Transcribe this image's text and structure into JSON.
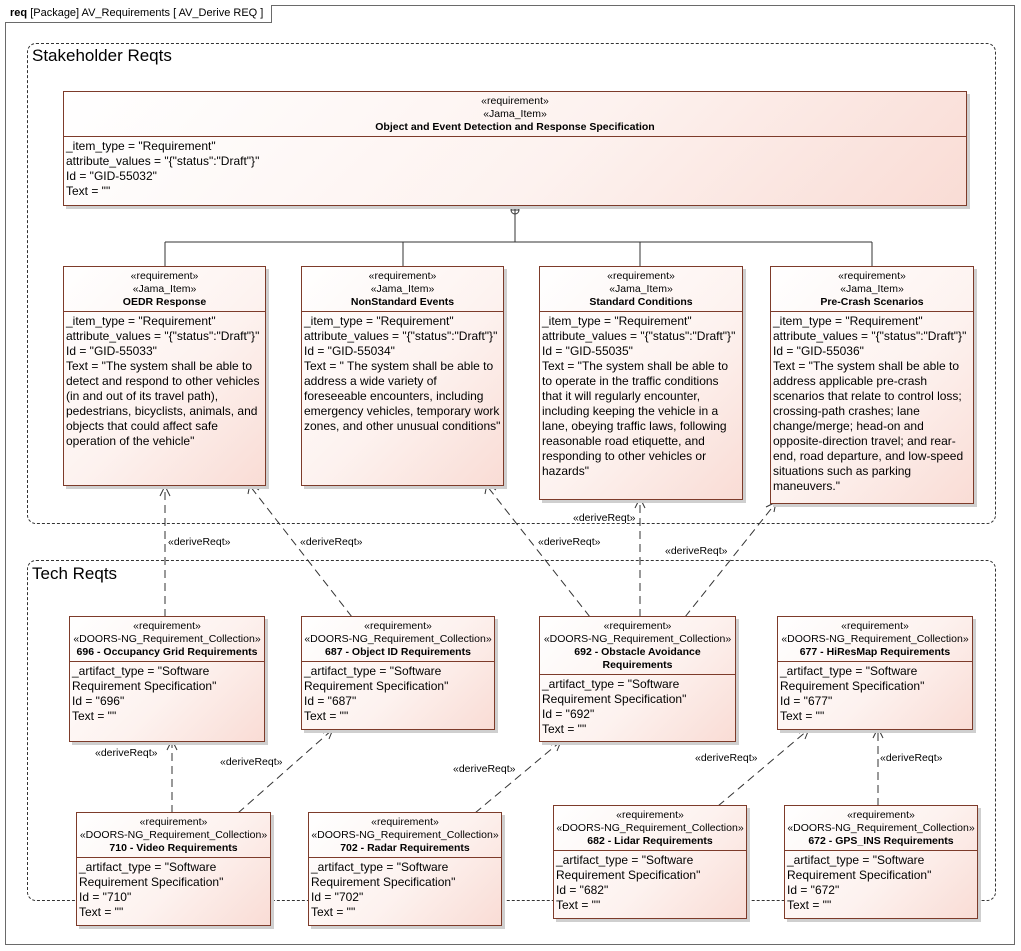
{
  "frame": {
    "kind": "req",
    "title": "[Package] AV_Requirements [ AV_Derive REQ ]"
  },
  "packages": {
    "stakeholder": "Stakeholder Reqts",
    "tech": "Tech Reqts"
  },
  "stereotypes": {
    "requirement": "«requirement»",
    "jama": "«Jama_Item»",
    "doors": "«DOORS-NG_Requirement_Collection»"
  },
  "relation_label": "«deriveReqt»",
  "top": {
    "name": "Object and Event Detection and Response Specification",
    "item_type": "_item_type = \"Requirement\"",
    "attribute_values": "attribute_values = \"{\"status\":\"Draft\"}\"",
    "id": "Id = \"GID-55032\"",
    "text": "Text = \"\""
  },
  "stakeholder_reqs": [
    {
      "name": "OEDR Response",
      "item_type": "_item_type = \"Requirement\"",
      "attribute_values": "attribute_values = \"{\"status\":\"Draft\"}\"",
      "id": "Id = \"GID-55033\"",
      "text": "Text = \"The system shall be able to detect and respond to other vehicles (in and out of its travel path), pedestrians, bicyclists, animals, and objects that could affect safe operation of the vehicle\""
    },
    {
      "name": "NonStandard Events",
      "item_type": "_item_type = \"Requirement\"",
      "attribute_values": "attribute_values = \"{\"status\":\"Draft\"}\"",
      "id": "Id = \"GID-55034\"",
      "text": "Text = \" The system shall be able to address a wide variety of foreseeable encounters, including emergency vehicles, temporary work zones, and other unusual conditions\""
    },
    {
      "name": "Standard Conditions",
      "item_type": "_item_type = \"Requirement\"",
      "attribute_values": "attribute_values = \"{\"status\":\"Draft\"}\"",
      "id": "Id = \"GID-55035\"",
      "text": "Text = \"The system shall be able to to operate in the traffic conditions that it will regularly encounter, including keeping the vehicle in a lane, obeying traffic laws, following reasonable road etiquette, and responding to other vehicles or hazards\""
    },
    {
      "name": "Pre-Crash Scenarios",
      "item_type": "_item_type = \"Requirement\"",
      "attribute_values": "attribute_values = \"{\"status\":\"Draft\"}\"",
      "id": "Id = \"GID-55036\"",
      "text": "Text = \"The system shall be able to address applicable pre-crash scenarios that relate to control loss; crossing-path crashes; lane change/merge; head-on and opposite-direction travel; and rear-end, road departure, and low-speed situations such as parking maneuvers.\""
    }
  ],
  "tech_reqs": [
    {
      "name": "696 - Occupancy Grid Requirements",
      "artifact_type": "_artifact_type = \"Software Requirement Specification\"",
      "id": "Id = \"696\"",
      "text": "Text = \"\""
    },
    {
      "name": "687 - Object ID Requirements",
      "artifact_type": "_artifact_type = \"Software Requirement Specification\"",
      "id": "Id = \"687\"",
      "text": "Text = \"\""
    },
    {
      "name": "692 - Obstacle Avoidance Requirements",
      "artifact_type": "_artifact_type = \"Software Requirement Specification\"",
      "id": "Id = \"692\"",
      "text": "Text = \"\""
    },
    {
      "name": "677 - HiResMap Requirements",
      "artifact_type": "_artifact_type = \"Software Requirement Specification\"",
      "id": "Id = \"677\"",
      "text": "Text = \"\""
    },
    {
      "name": "710 - Video Requirements",
      "artifact_type": "_artifact_type = \"Software Requirement Specification\"",
      "id": "Id = \"710\"",
      "text": "Text = \"\""
    },
    {
      "name": "702 - Radar Requirements",
      "artifact_type": "_artifact_type = \"Software Requirement Specification\"",
      "id": "Id = \"702\"",
      "text": "Text = \"\""
    },
    {
      "name": "682 - Lidar Requirements",
      "artifact_type": "_artifact_type = \"Software Requirement Specification\"",
      "id": "Id = \"682\"",
      "text": "Text = \"\""
    },
    {
      "name": "672 - GPS_INS Requirements",
      "artifact_type": "_artifact_type = \"Software Requirement Specification\"",
      "id": "Id = \"672\"",
      "text": "Text = \"\""
    }
  ]
}
